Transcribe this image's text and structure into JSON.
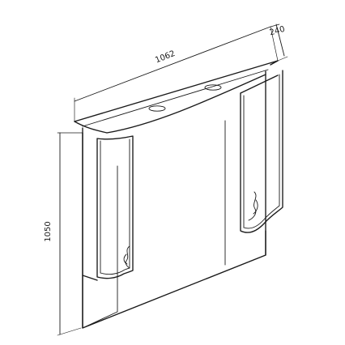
{
  "diagram": {
    "dimensions": {
      "width": "1062",
      "depth": "240",
      "height": "1050"
    },
    "colors": {
      "line": "#1a1a1a",
      "background": "#ffffff"
    }
  }
}
